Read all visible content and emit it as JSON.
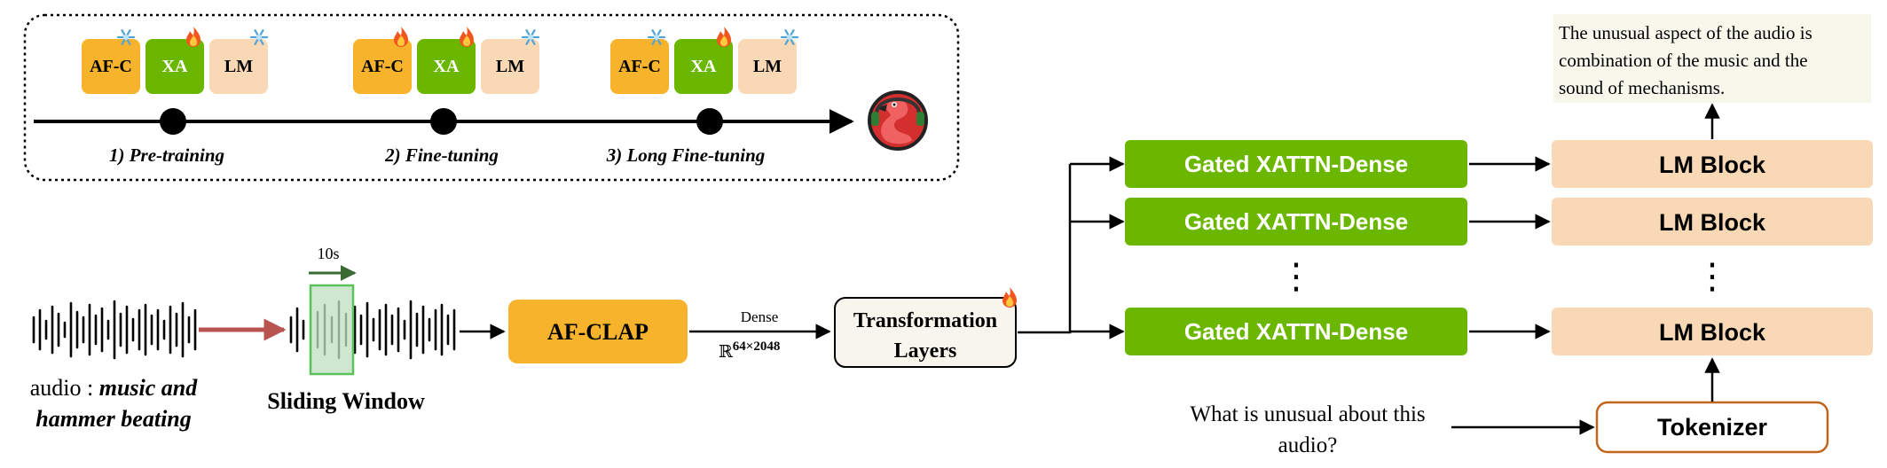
{
  "stages": {
    "pretraining": "1) Pre-training",
    "finetuning": "2) Fine-tuning",
    "long_finetuning": "3) Long Fine-tuning",
    "afc": "AF-C",
    "xa": "XA",
    "lm": "LM"
  },
  "audio": {
    "prefix": "audio : ",
    "desc1": "music and",
    "desc2": "hammer beating"
  },
  "window": {
    "duration": "10s",
    "label": "Sliding Window"
  },
  "encoder": {
    "afclap": "AF-CLAP",
    "dense": "Dense",
    "dim": "ℝ",
    "dim_sup": "64×2048",
    "transform1": "Transformation",
    "transform2": "Layers"
  },
  "blocks": {
    "xattn": "Gated XATTN-Dense",
    "lm": "LM Block",
    "tokenizer": "Tokenizer",
    "ellipsis": "⋮"
  },
  "question": {
    "line1": "What is unusual about this",
    "line2": "audio?"
  },
  "answer": {
    "line1": "The unusual aspect of the audio is",
    "line2": "combination of the music and the",
    "line3": "sound of mechanisms."
  },
  "colors": {
    "afc": "#F7B32B",
    "xa": "#6BB700",
    "lm": "#F9D9B5",
    "transform_bg": "#F7F5EC",
    "answer_bg": "#F8F7EC",
    "tokenizer_border": "#C0661C",
    "slide_arrow": "#B85450",
    "window_green": "#5CC25C",
    "window_arrow": "#3A6B35"
  }
}
